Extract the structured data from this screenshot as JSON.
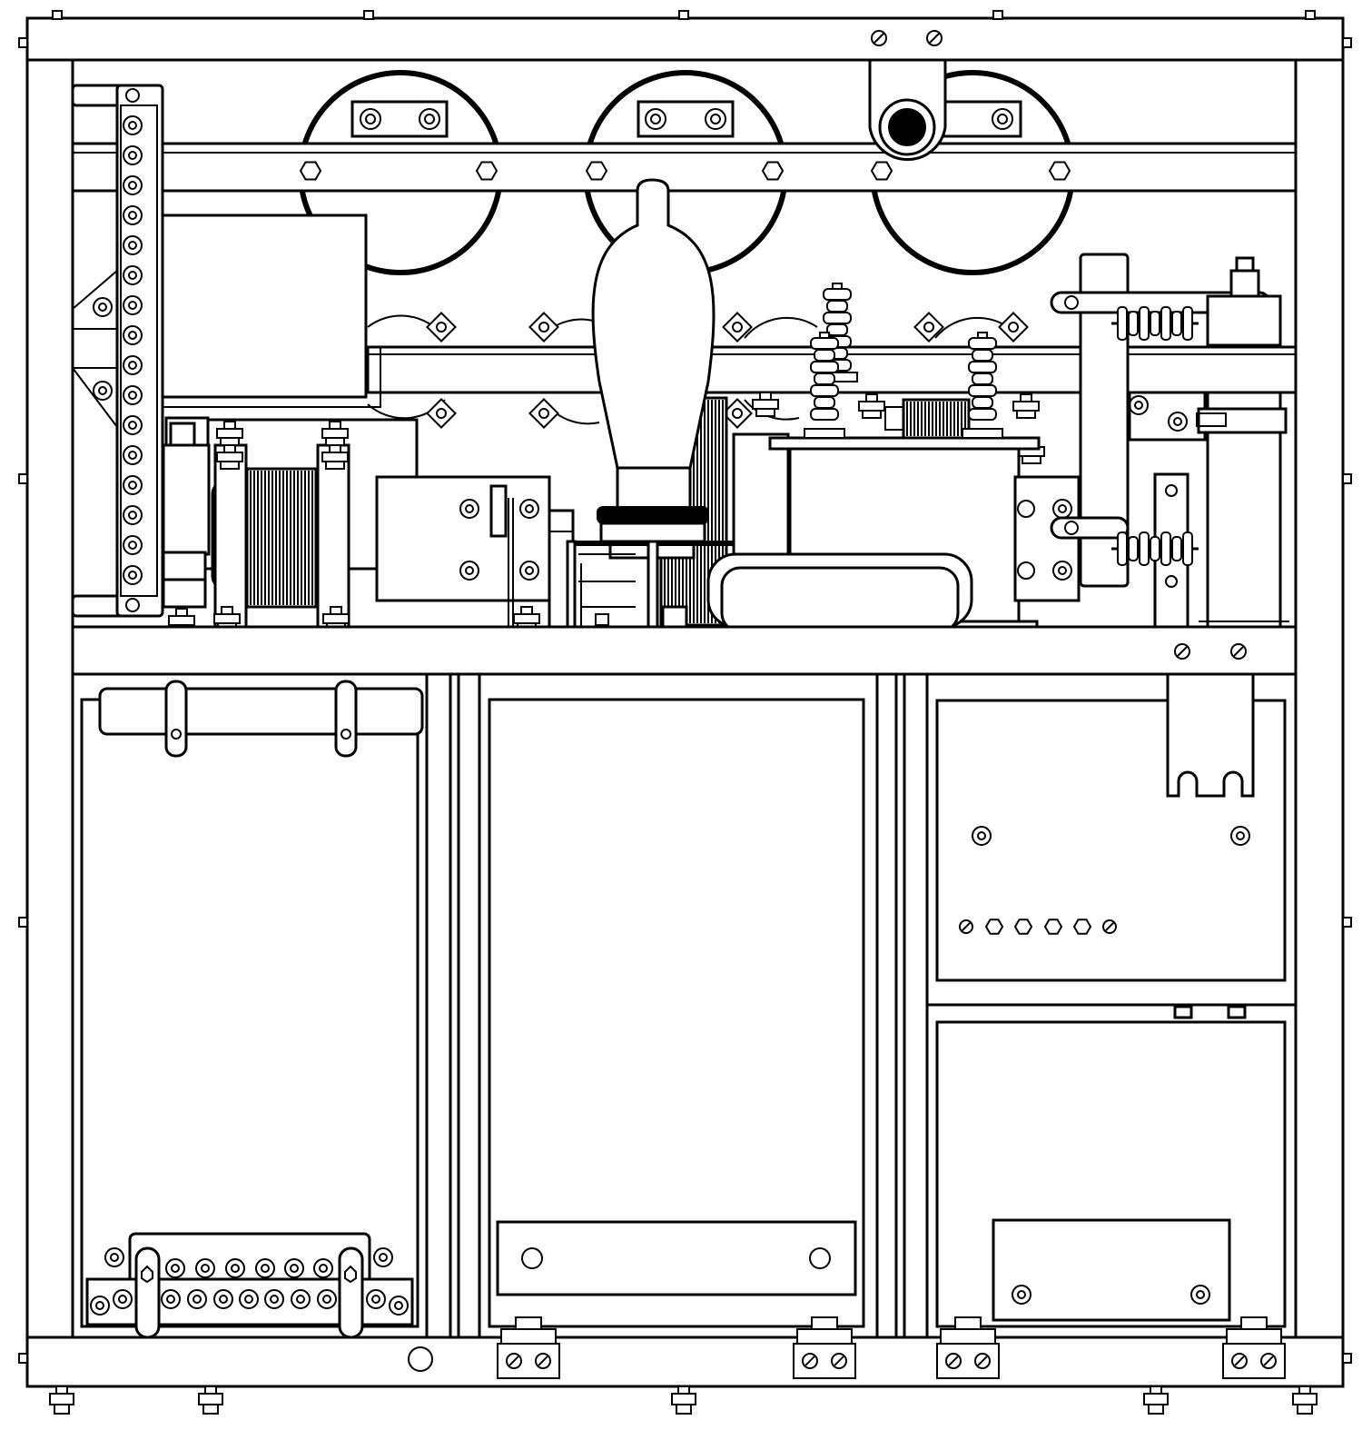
{
  "drawing": {
    "kind": "switchgear-cabinet-front-elevation",
    "colors": {
      "line": "#000000",
      "background": "#ffffff"
    },
    "upper_compartment": {
      "insulator_discs": 3,
      "vacuum_tube": 1,
      "current_transformers": 1,
      "high_voltage_bushings": 3,
      "surge_arresters": 2
    },
    "lower_compartment": {
      "cells": [
        "left",
        "center",
        "right-top",
        "right-bottom"
      ],
      "terminal_strip_count": 1
    }
  }
}
